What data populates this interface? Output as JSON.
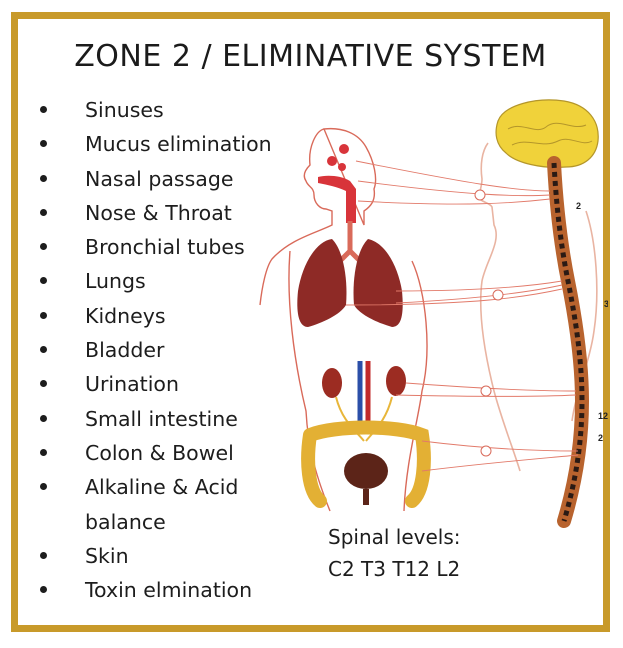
{
  "title": "ZONE 2 / ELIMINATIVE SYSTEM",
  "items": [
    "Sinuses",
    "Mucus elimination",
    "Nasal passage",
    "Nose & Throat",
    "Bronchial tubes",
    "Lungs",
    "Kidneys",
    "Bladder",
    "Urination",
    "Small intestine",
    "Colon & Bowel",
    "Alkaline & Acid",
    "balance",
    "Skin",
    "Toxin elmination"
  ],
  "spinal": {
    "label": "Spinal levels:",
    "levels": "C2 T3 T12 L2"
  },
  "spine_labels": [
    "2",
    "3",
    "12",
    "2"
  ],
  "colors": {
    "border": "#c89a2a",
    "nerve": "#d94a3a",
    "organ": "#c44b3a",
    "brain": "#f0d23a"
  }
}
